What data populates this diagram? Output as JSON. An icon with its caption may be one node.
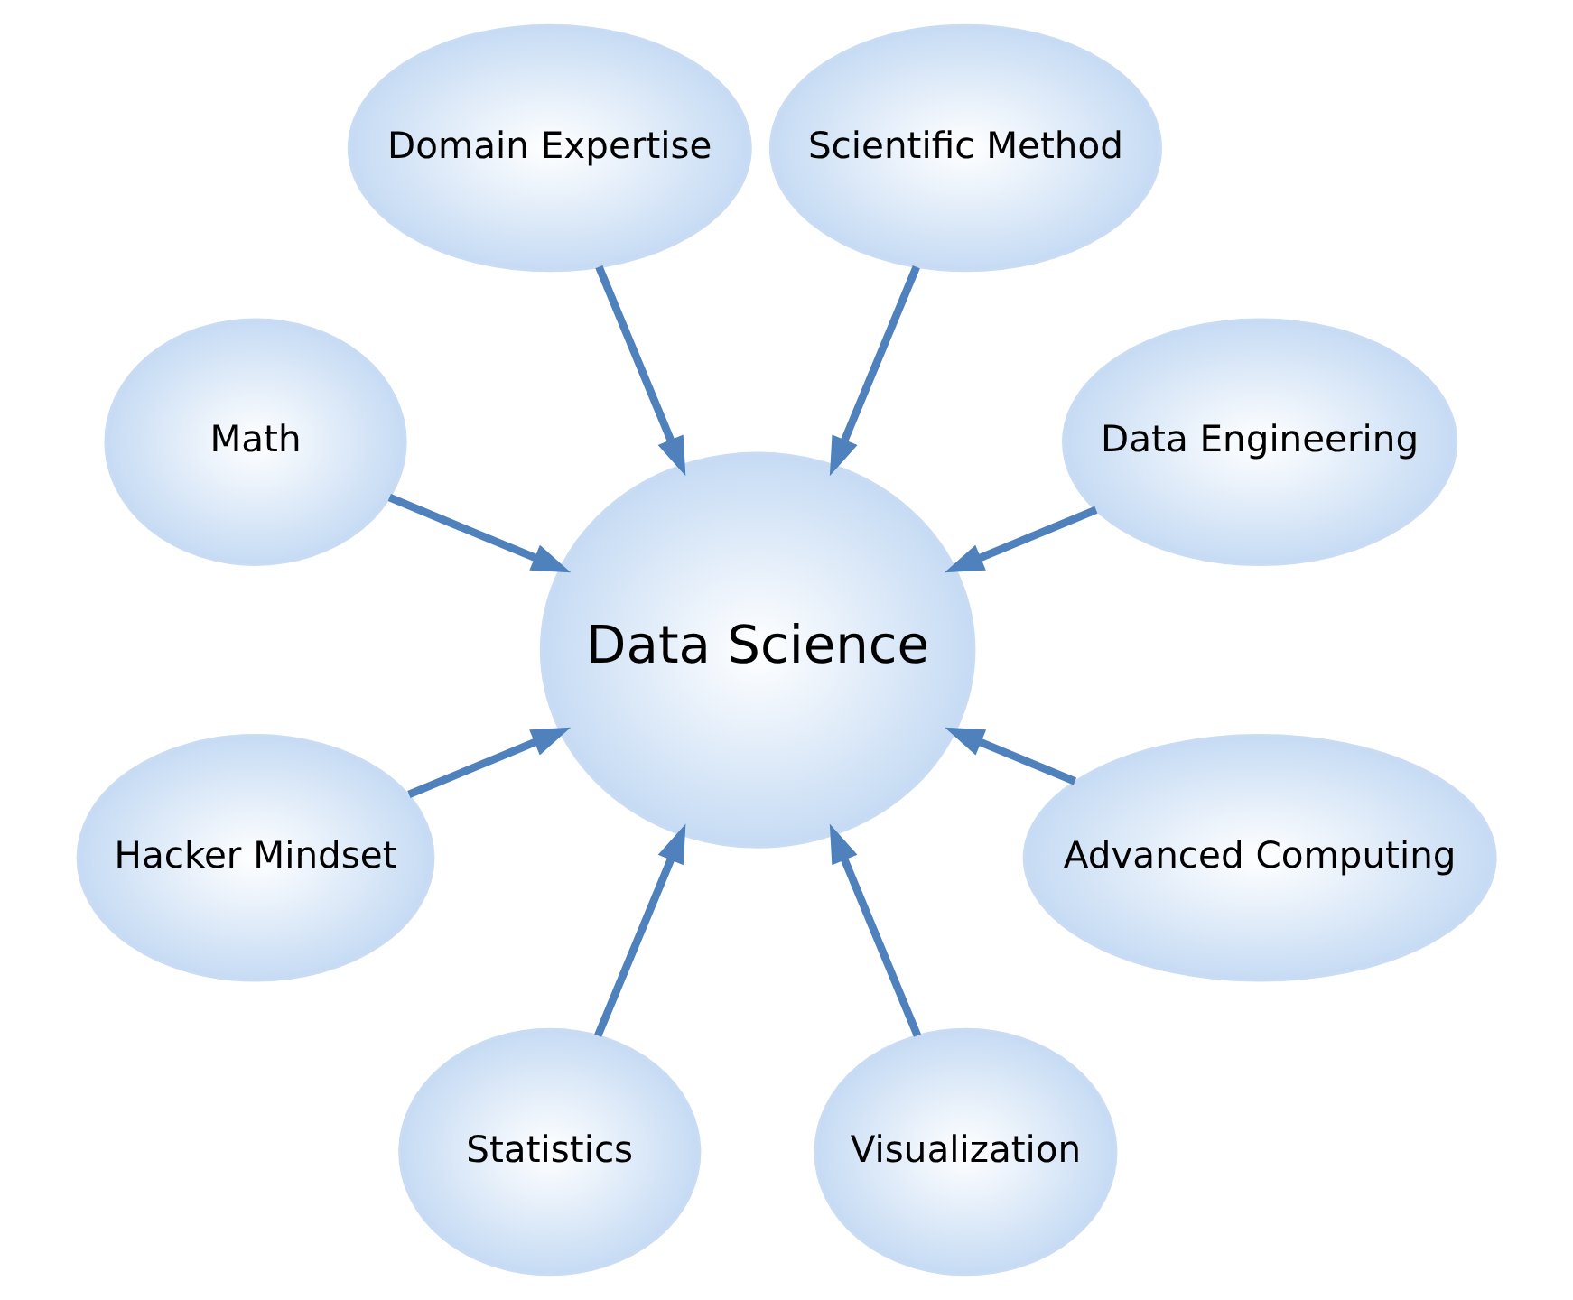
{
  "diagram": {
    "nodes": [
      {
        "text": [
          "Data Engineering"
        ]
      },
      {
        "text": [
          "Scientific Method"
        ]
      },
      {
        "text": [
          "Domain Expertise"
        ]
      },
      {
        "text": [
          "Math"
        ]
      },
      {
        "text": [
          "Data Science"
        ]
      },
      {
        "text": [
          "Hacker Mindset"
        ]
      },
      {
        "text": [
          "Statistics"
        ]
      },
      {
        "text": [
          "Visualization"
        ]
      },
      {
        "text": [
          "Advanced Computing"
        ]
      }
    ],
    "edges": [
      {
        "from": 0,
        "to": 4,
        "arrow": "to"
      },
      {
        "from": 1,
        "to": 4,
        "arrow": "to"
      },
      {
        "from": 2,
        "to": 4,
        "arrow": "to"
      },
      {
        "from": 3,
        "to": 4,
        "arrow": "to"
      },
      {
        "from": 5,
        "to": 4,
        "arrow": "to"
      },
      {
        "from": 6,
        "to": 4,
        "arrow": "to"
      },
      {
        "from": 7,
        "to": 4,
        "arrow": "to"
      },
      {
        "from": 8,
        "to": 4,
        "arrow": "to"
      }
    ]
  }
}
